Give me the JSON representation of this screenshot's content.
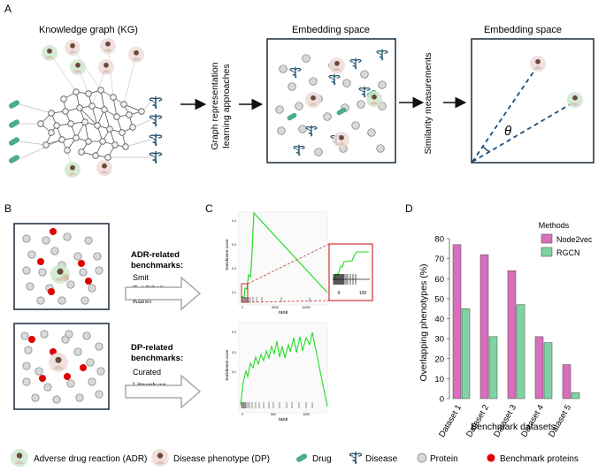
{
  "panel_labels": {
    "a": "A",
    "b": "B",
    "c": "C",
    "d": "D"
  },
  "panel_a": {
    "kg_title": "Knowledge graph (KG)",
    "embedding_title_1": "Embedding space",
    "embedding_title_2": "Embedding space",
    "step1_line1": "Graph representation",
    "step1_line2": "learning approaches",
    "step2": "Similarity measurements",
    "angle_symbol": "θ"
  },
  "panel_b": {
    "adr_heading_1": "ADR-related",
    "adr_heading_2": "benchmarks:",
    "adr_items": [
      "Smit",
      "T-ARDIS",
      "Kuhn"
    ],
    "dp_heading_1": "DP-related",
    "dp_heading_2": "benchmarks:",
    "dp_items": [
      "Curated",
      "Literature"
    ]
  },
  "panel_c": {
    "ylabel_top": "Enrichment score",
    "xlabel_top": "rank",
    "ylabel_bottom": "Enrichment score",
    "xlabel_bottom": "rank",
    "top_ticks": [
      "0.1",
      "0.2",
      "0.3",
      "0.4",
      "0",
      "5000",
      "10000"
    ],
    "inset_ticks": [
      "0",
      "100"
    ],
    "bottom_ticks": [
      "0.1",
      "0.2",
      "0.3",
      "0",
      "500",
      "1000"
    ]
  },
  "chart_data": {
    "type": "bar",
    "title": "",
    "xlabel": "Benchmark datasets",
    "ylabel": "Overlapping phenotypes (%)",
    "ylim": [
      0,
      80
    ],
    "yticks": [
      0,
      10,
      20,
      30,
      40,
      50,
      60,
      70,
      80
    ],
    "categories": [
      "Dataset 1",
      "Dataset 2",
      "Dataset 3",
      "Dataset 4",
      "Dataset 5"
    ],
    "legend_title": "Methods",
    "legend_position": "top-right",
    "series": [
      {
        "name": "Node2vec",
        "color": "#d86fbd",
        "values": [
          77,
          72,
          64,
          31,
          17
        ]
      },
      {
        "name": "RGCN",
        "color": "#7fd3a3",
        "values": [
          45,
          31,
          47,
          28,
          3
        ]
      }
    ]
  },
  "legend": [
    {
      "icon": "adr-icon",
      "label": "Adverse drug reaction (ADR)"
    },
    {
      "icon": "disease-phenotype-icon",
      "label": "Disease phenotype (DP)"
    },
    {
      "icon": "drug-icon",
      "label": "Drug"
    },
    {
      "icon": "disease-icon",
      "label": "Disease"
    },
    {
      "icon": "protein-icon",
      "label": "Protein"
    },
    {
      "icon": "benchmark-protein-icon",
      "label": "Benchmark proteins"
    }
  ],
  "colors": {
    "drug": "#4dab92",
    "disease": "#1f4e6b",
    "protein_fill": "#d9d9d9",
    "benchmark": "#e00000",
    "es_curve": "#22dd22",
    "arrow_dash": "#1f4e79",
    "inset_border": "#d03030"
  }
}
